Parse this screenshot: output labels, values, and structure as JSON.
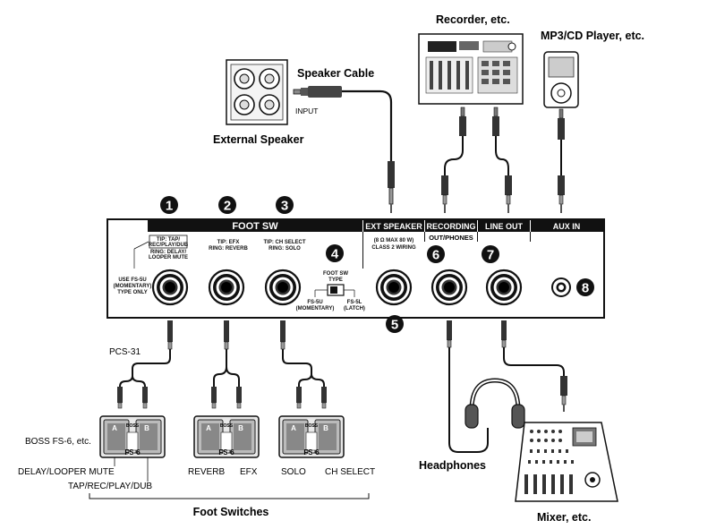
{
  "devices": {
    "recorder": "Recorder, etc.",
    "mp3": "MP3/CD Player, etc.",
    "speaker_cable": "Speaker Cable",
    "input": "INPUT",
    "external_speaker": "External Speaker",
    "headphones": "Headphones",
    "mixer": "Mixer, etc.",
    "pcs31": "PCS-31",
    "boss_fs6": "BOSS FS-6, etc.",
    "foot_switches": "Foot Switches"
  },
  "panel": {
    "foot_sw": "FOOT SW",
    "ext_speaker": "EXT SPEAKER",
    "recording_out": "RECORDING",
    "recording_out2": "OUT/PHONES",
    "line_out": "LINE OUT",
    "aux_in": "AUX IN",
    "jack1_tip": "TIP: TAP/",
    "jack1_tip2": "REC/PLAY/DUB",
    "jack1_ring": "RING: DELAY/",
    "jack1_ring2": "LOOPER MUTE",
    "use_fs5u": "USE FS-5U",
    "momentary": "(MOMENTARY)",
    "type_only": "TYPE ONLY",
    "jack2_tip": "TIP: EFX",
    "jack2_ring": "RING: REVERB",
    "jack3_tip": "TIP: CH SELECT",
    "jack3_ring": "RING: SOLO",
    "fsw_type": "FOOT SW",
    "fsw_type2": "TYPE",
    "fs5u": "FS-5U",
    "fs5u_sub": "(MOMENTARY)",
    "fs5l": "FS-5L",
    "fs5l_sub": "(LATCH)",
    "spk_spec": "(8 Ω MAX 80 W)",
    "spk_spec2": "CLASS 2 WIRING"
  },
  "numbers": [
    "1",
    "2",
    "3",
    "4",
    "5",
    "6",
    "7",
    "8"
  ],
  "switch_labels": {
    "delay": "DELAY/LOOPER MUTE",
    "tap": "TAP/REC/PLAY/DUB",
    "reverb": "REVERB",
    "efx": "EFX",
    "solo": "SOLO",
    "chsel": "CH SELECT"
  },
  "pedal": {
    "model": "FS-6",
    "brand": "BOSS",
    "a": "A",
    "b": "B"
  }
}
